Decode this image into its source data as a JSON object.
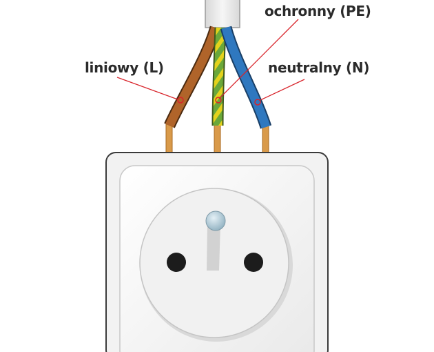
{
  "labels": {
    "protective": "ochronny (PE)",
    "line": "liniowy (L)",
    "neutral": "neutralny (N)"
  },
  "colors": {
    "line_wire": "#b0642a",
    "neutral_wire": "#2f78bf",
    "pe_green": "#6aa83a",
    "pe_yellow": "#e3d21c",
    "copper": "#d99a4a",
    "leader_line": "#d8232a",
    "socket_body": "#f2f2f2",
    "socket_outline": "#3a3a3a",
    "pin": "#a8c2cf",
    "socket_hole": "#1c1c1c"
  },
  "icons": {
    "wall_socket": "wall-socket-icon",
    "earth_pin": "earth-pin-icon"
  }
}
